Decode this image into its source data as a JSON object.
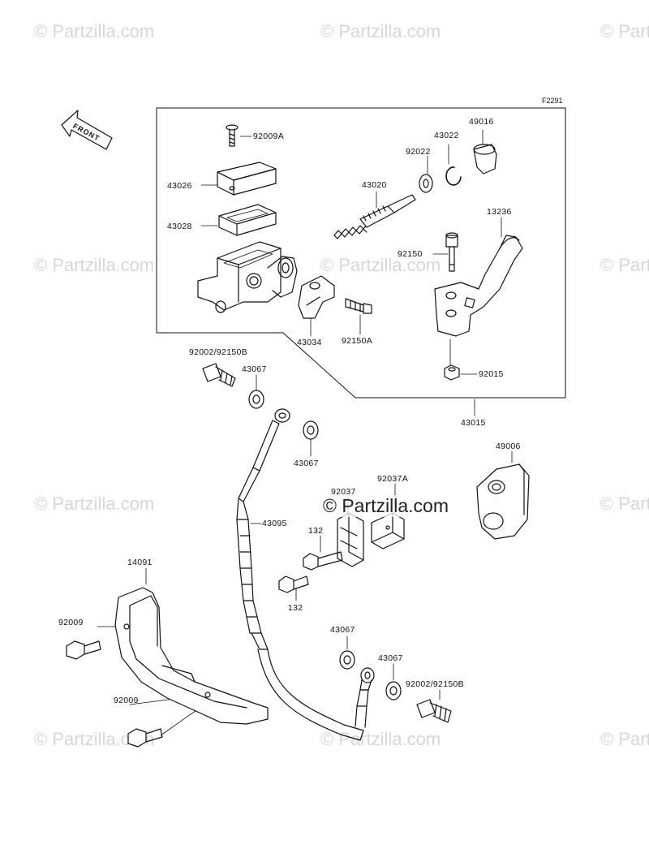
{
  "watermark": "© Partzilla.com",
  "watermark_center": "© Partzilla.com",
  "figure_ref": "F2291",
  "front_label": "FRONT",
  "labels": {
    "l92009A": "92009A",
    "l49016": "49016",
    "l43022": "43022",
    "l92022": "92022",
    "l43026": "43026",
    "l43020": "43020",
    "l43028": "43028",
    "l13236": "13236",
    "l92150": "92150",
    "l43034": "43034",
    "l92150A": "92150A",
    "l92015": "92015",
    "l92002a": "92002/92150B",
    "l43067a": "43067",
    "l43015": "43015",
    "l43067b": "43067",
    "l49006": "49006",
    "l92037A": "92037A",
    "l92037": "92037",
    "l43095": "43095",
    "l132a": "132",
    "l132b": "132",
    "l14091": "14091",
    "l92009a": "92009",
    "l92009b": "92009",
    "l43067c": "43067",
    "l43067d": "43067",
    "l92002b": "92002/92150B"
  }
}
